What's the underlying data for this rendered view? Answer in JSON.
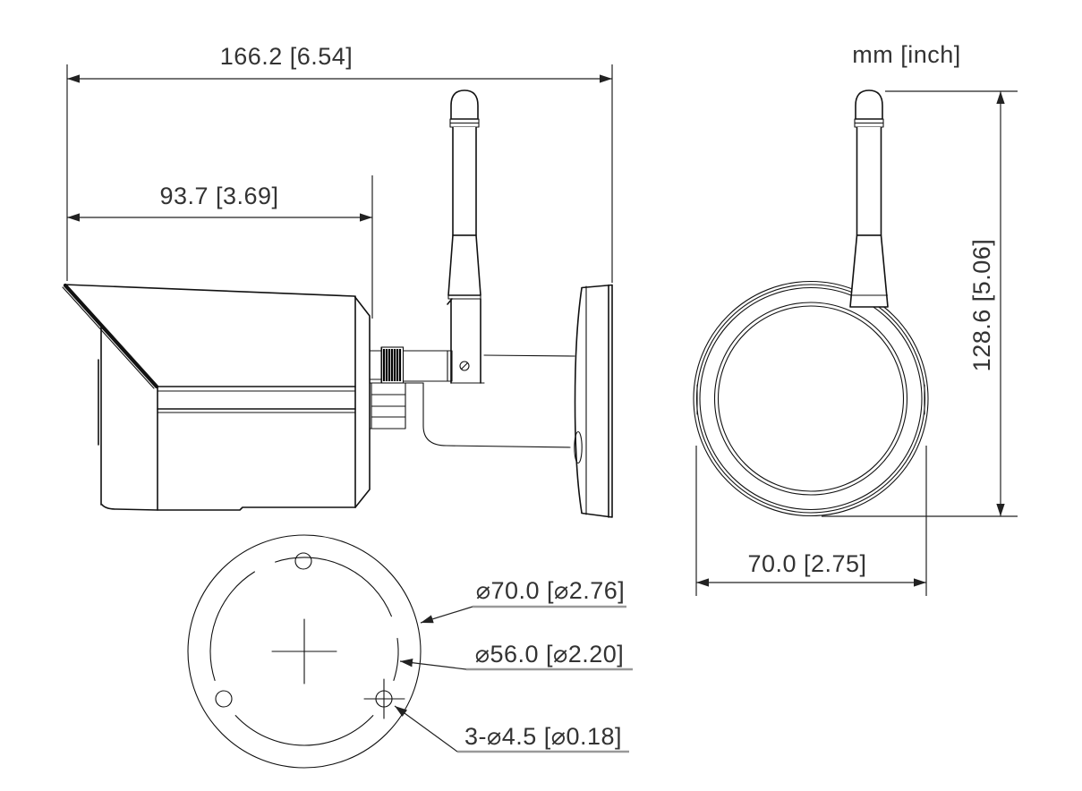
{
  "drawing": {
    "units_label": "mm [inch]",
    "dimensions": {
      "overall_length": "166.2 [6.54]",
      "body_length": "93.7 [3.69]",
      "overall_height": "128.6 [5.06]",
      "base_width": "70.0 [2.75]",
      "base_outer_diameter": "⌀70.0 [⌀2.76]",
      "screw_circle_diameter": "⌀56.0 [⌀2.20]",
      "mounting_holes": "3-⌀4.5 [⌀0.18]"
    },
    "colors": {
      "line": "#111111",
      "dimension_line": "#222222",
      "text": "#333333",
      "callout_underline": "#999999",
      "background": "#ffffff"
    }
  }
}
